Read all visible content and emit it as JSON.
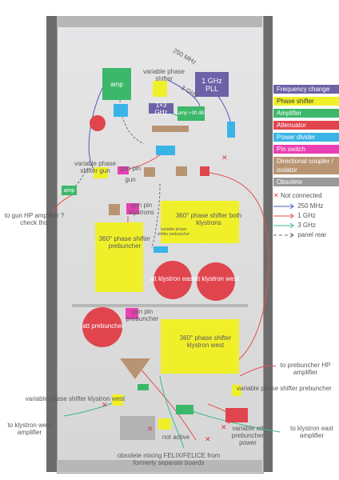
{
  "colors": {
    "frequency_change": "#6b62a8",
    "phase_shifter": "#f0f02a",
    "amplifier": "#3db86a",
    "attenuator": "#e0454e",
    "power_divider": "#3ab4e6",
    "pin_switch": "#ea3fb4",
    "directional_coupler": "#b89472",
    "obsolete": "#9a9a9a",
    "not_connected": "#d93a3a",
    "wire_250mhz": "#4f5cbf",
    "wire_1ghz": "#e35050",
    "wire_3ghz": "#3fb98b",
    "wire_panel_rear": "#6e6e8a"
  },
  "legend": {
    "frequency_change": "Frequency change",
    "phase_shifter": "Phase shifter",
    "amplifier": "Amplifier",
    "attenuator": "Attenuator",
    "power_divider": "Power divider",
    "pin_switch": "Pin switch",
    "directional_coupler": "Directional coupler / isolator",
    "obsolete": "Obsolete",
    "not_connected": "Not connected",
    "wire_250mhz": "250 MHz",
    "wire_1ghz": "1 GHz",
    "wire_3ghz": "3 GHz",
    "wire_panel_rear": "panel rear"
  },
  "labels": {
    "amp_top": "amp",
    "variable_phase_shifter_top": "variable phase shifter",
    "pll": "1 GHz PLL",
    "rot_250mhz": "250 MHz",
    "rot_3ghz": "3 GHz",
    "mult": "1×3 GHz",
    "amp_30db": "amp +30 dB",
    "variable_phase_shifter_gun": "variable phase shifter gun",
    "gun_pin": "gun pin",
    "gun": "gun",
    "amp_left": "amp",
    "to_gun_hp_amplifier": "to gun HP amplifier ? check this",
    "gun_pin_klystrons": "gun pin klystrons",
    "ps360_both": "360° phase shifter both klystrons",
    "ps360_prebuncher": "360° phase shifter prebuncher",
    "variable_phase_small": "variable phase shifter prebuncher",
    "att_klystron_east": "att klystron east",
    "att_klystron_west": "att klystron west",
    "att_prebuncher": "att prebuncher",
    "gun_pin_prebuncher": "gun pin prebuncher",
    "ps360_klystron_west": "360° phase shifter klystron west",
    "to_prebuncher_hp": "to prebuncher HP amplifier",
    "vps_klystron_west": "variable phase shifter klystron west",
    "vps_prebuncher": "variable phase shifter prebuncher",
    "to_klystron_west_amp": "to klystron west amplifier",
    "not_active": "not active",
    "var_att_prebuncher": "variable att prebuncher power",
    "to_klystron_east_amp": "to klystron east amplifier",
    "obsolete_mixing": "obsolete mixing FELIX/FELICE from formerly separate boards"
  }
}
